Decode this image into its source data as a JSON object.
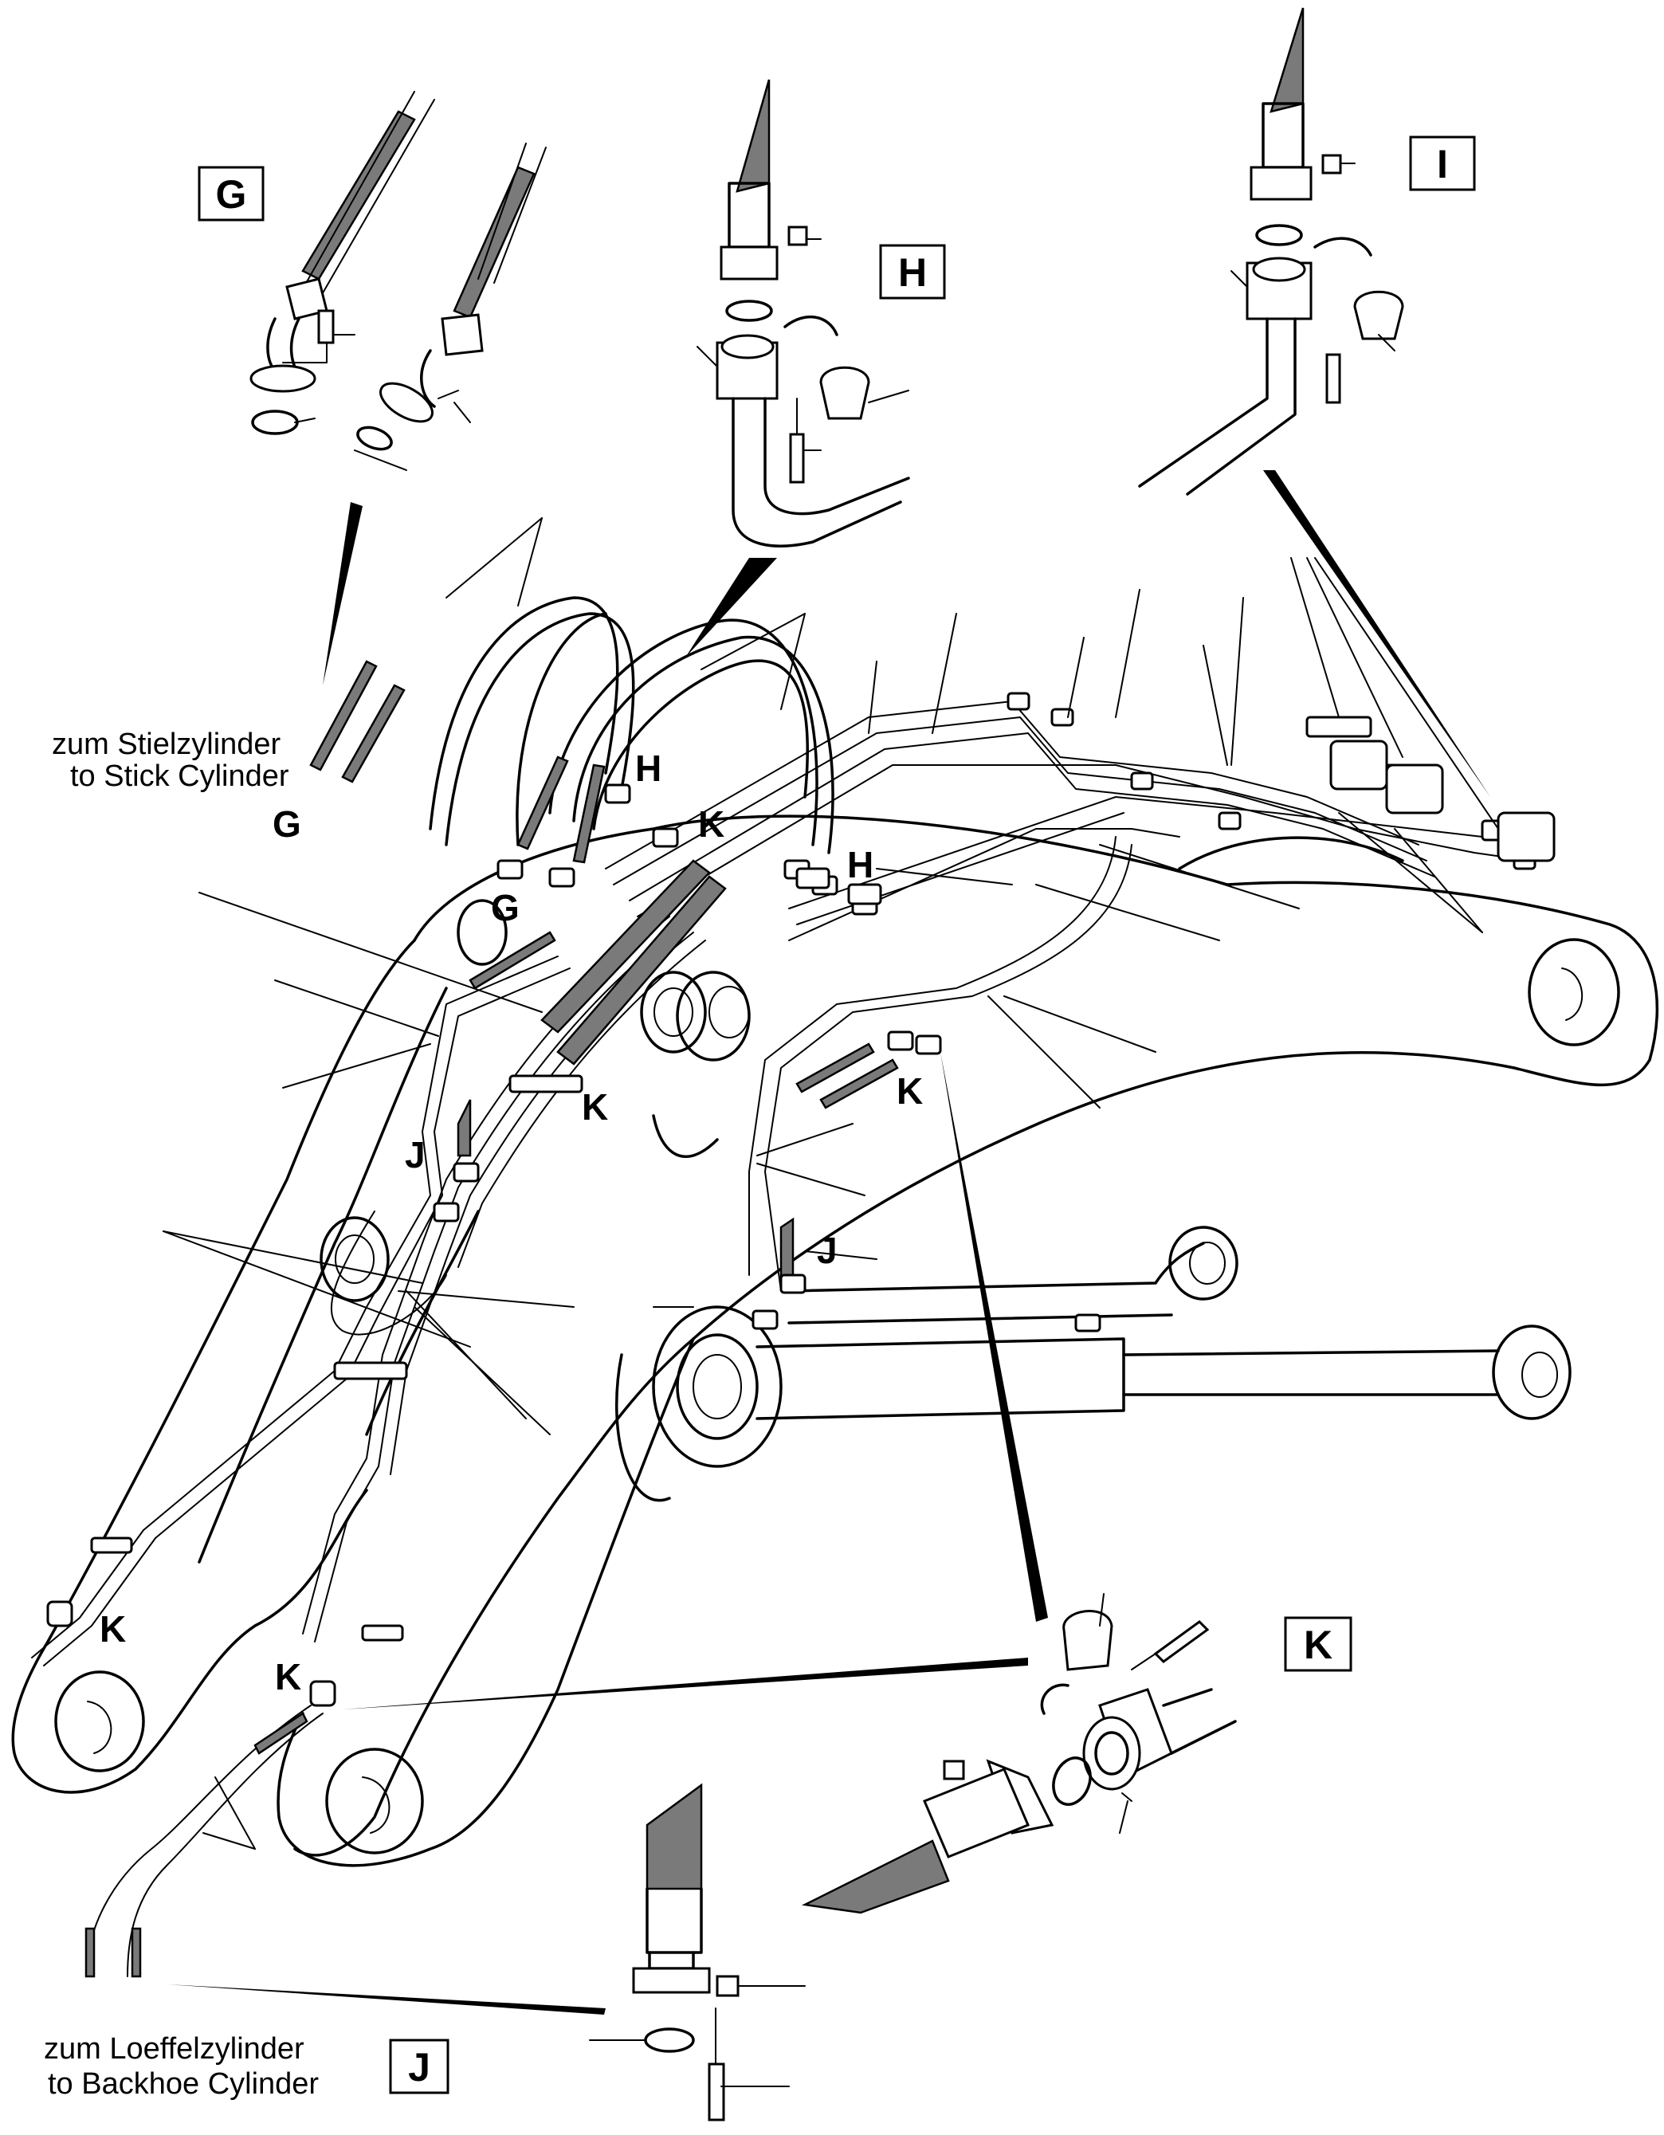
{
  "detail_labels": {
    "G": "G",
    "H": "H",
    "I": "I",
    "J": "J",
    "K": "K"
  },
  "notes": {
    "stick_de": "zum Stielzylinder",
    "stick_en": "to Stick Cylinder",
    "backhoe_de": "zum Loeffelzylinder",
    "backhoe_en": "to Backhoe Cylinder"
  },
  "callouts": {
    "G": "G",
    "H": "H",
    "J": "J",
    "K": "K"
  }
}
